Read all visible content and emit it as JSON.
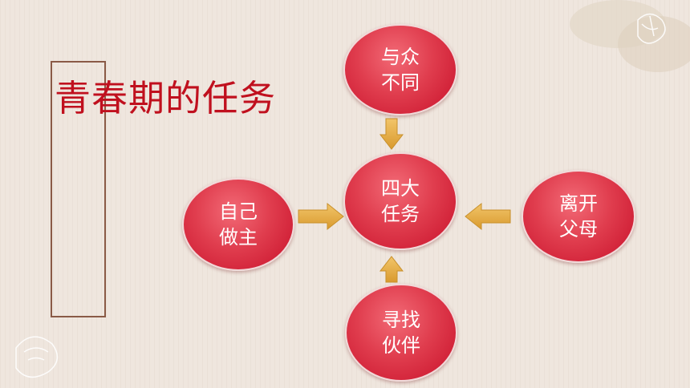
{
  "title": "青春期的任务",
  "center": {
    "line1": "四大",
    "line2": "任务"
  },
  "top": {
    "line1": "与众",
    "line2": "不同"
  },
  "left": {
    "line1": "自己",
    "line2": "做主"
  },
  "right": {
    "line1": "离开",
    "line2": "父母"
  },
  "bottom": {
    "line1": "寻找",
    "line2": "伙伴"
  },
  "colors": {
    "title": "#c0101e",
    "node": "#e03d4e",
    "arrow": "#e8b24a",
    "frame": "#8a5a46"
  }
}
